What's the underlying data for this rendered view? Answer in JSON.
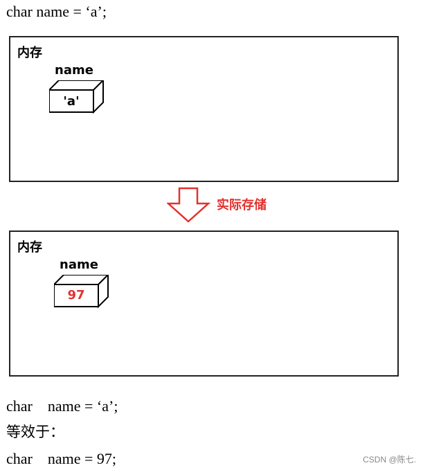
{
  "top_code": "char name = ‘a’;",
  "memory_top": {
    "title": "内存",
    "var_name": "name",
    "value": "'a'"
  },
  "transition": {
    "label": "实际存储",
    "arrow_color": "#e3312d"
  },
  "memory_bottom": {
    "title": "内存",
    "var_name": "name",
    "value": "97",
    "value_color": "#e3312d"
  },
  "bottom_lines": [
    "char    name = ‘a’;",
    "等效于：",
    "char    name = 97;"
  ],
  "watermark": "CSDN @陈七."
}
